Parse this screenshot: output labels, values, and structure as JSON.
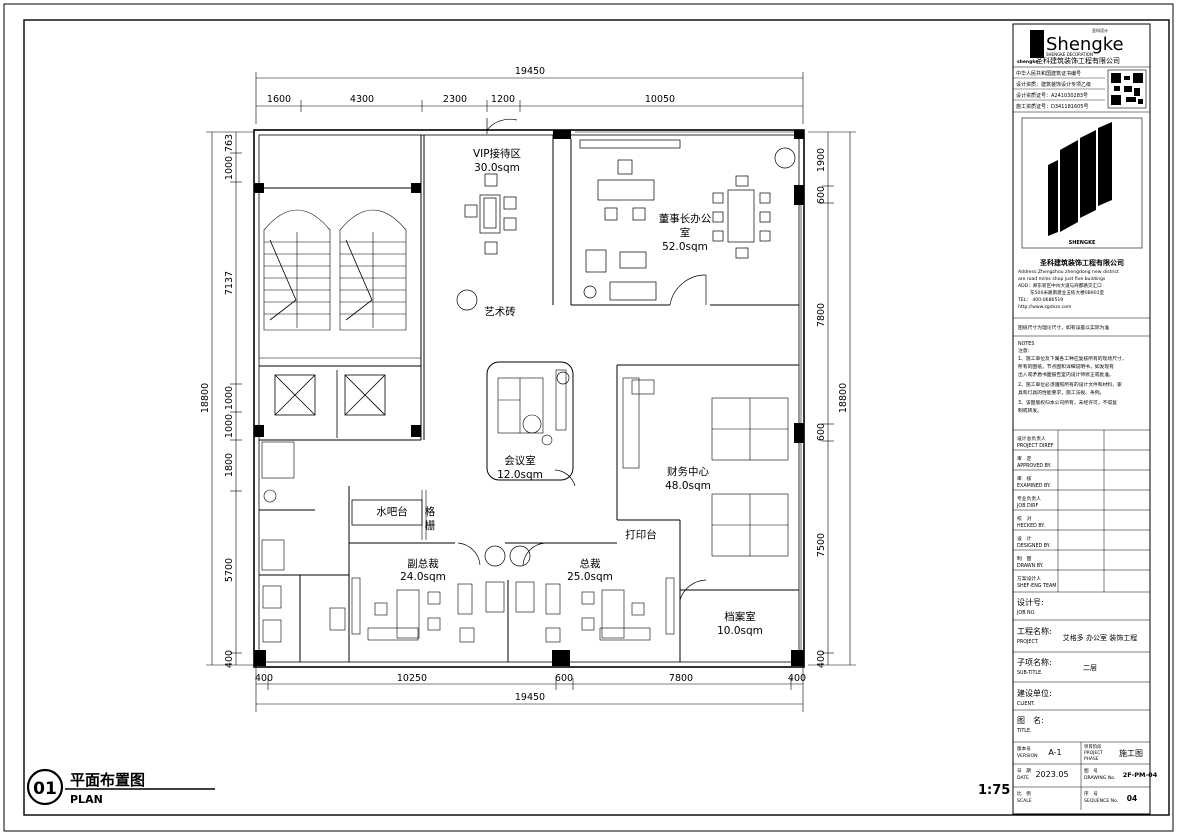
{
  "drawing": {
    "overall_width": "19450",
    "overall_height": "18800",
    "top_dims": [
      "1600",
      "4300",
      "2300",
      "1200",
      "10050"
    ],
    "bottom_dims": [
      "400",
      "10250",
      "600",
      "7800",
      "400"
    ],
    "left_dims": [
      "763",
      "1000",
      "7137",
      "1000",
      "1000",
      "1800",
      "5700",
      "400"
    ],
    "right_dims": [
      "1900",
      "600",
      "7800",
      "600",
      "7500",
      "400"
    ]
  },
  "rooms": {
    "vip": {
      "name": "VIP接待区",
      "area": "30.0sqm"
    },
    "chairman": {
      "name1": "董事长办公",
      "name2": "室",
      "area": "52.0sqm"
    },
    "art_brick": {
      "name": "艺术砖"
    },
    "meeting": {
      "name": "会议室",
      "area": "12.0sqm"
    },
    "finance": {
      "name": "财务中心",
      "area": "48.0sqm"
    },
    "water_bar": {
      "name": "水吧台"
    },
    "grille": {
      "name1": "格",
      "name2": "栅"
    },
    "printer": {
      "name": "打印台"
    },
    "vice_ceo": {
      "name": "副总裁",
      "area": "24.0sqm"
    },
    "ceo": {
      "name": "总裁",
      "area": "25.0sqm"
    },
    "archive": {
      "name": "档案室",
      "area": "10.0sqm"
    }
  },
  "title_block": {
    "logo_tiny": "圣科设计",
    "logo_text": "Shengke",
    "logo_sub1": "SHENGKE DECORATION",
    "logo_brand": "shengke",
    "company": "圣科建筑装饰工程有限公司",
    "cert_lines": [
      "中华人民共和国建筑证书编号",
      "设计资质：建筑装饰设计专项乙级",
      "设计资质证号：A241030283号",
      "施工资质证号：D341181605号"
    ],
    "mark_brand": "SHENGKE",
    "company_bold": "圣科建筑装饰工程有限公司",
    "address_lines": [
      "Address:Zhengzhou zhengdong new district",
      "are road miles shop just five buildings",
      "ADD：郑东新区中州大道与商都路交汇口",
      "东500米路南建业五栋大楼0B901室",
      "TEL： 400-0686519",
      "http://www.sgdxzs.com"
    ],
    "size_note": "图纸尺寸为理论尺寸，如有误差以实际为准",
    "notes_title1": "NOTES",
    "notes_title2": "注意：",
    "notes_lines": [
      "1、施工单位及下属各工种应复核所有的现场尺寸，",
      "   所有的图纸，节点图和详细说明书，如发现有",
      "   出入或矛盾书面报告室内设计师修正或批准。",
      "2、施工单位必须遵照所有的设计文件和材料，家",
      "   具和灯具的性能要求，施工法规、条例。",
      "3、该图版权归本公司所有，未经许可，不得复",
      "   制或转发。"
    ],
    "roles": [
      {
        "cn": "设计总负责人",
        "en": "PROJECT DIREF"
      },
      {
        "cn": "审　定",
        "en": "APPROVED BY."
      },
      {
        "cn": "审　核",
        "en": "EXAMINED BY."
      },
      {
        "cn": "专业负责人",
        "en": "JOB DIRF"
      },
      {
        "cn": "校　对",
        "en": "HECKED BY."
      },
      {
        "cn": "设　计",
        "en": "DESIGNED BY."
      },
      {
        "cn": "制　图",
        "en": "DRAWN BY."
      },
      {
        "cn": "方案设计人",
        "en": "SHEF-ENG TEAM"
      }
    ],
    "job_no_cn": "设计号:",
    "job_no_en": "JOB NO.",
    "project_cn": "工程名称:",
    "project_en": "PROJECT.",
    "project_value": "艾格多 办公室 装饰工程",
    "subtitle_cn": "子项名称:",
    "subtitle_en": "SUB-TITLE.",
    "subtitle_value": "二层",
    "client_cn": "建设单位:",
    "client_en": "CLIENT.",
    "title_cn": "图　名:",
    "title_en": "TITLE.",
    "version_cn": "版本号",
    "version_en": "VERSION",
    "version_value": "A-1",
    "phase_cn": "项目阶段",
    "phase_en1": "PROJECT",
    "phase_en2": "PHASE",
    "phase_value": "施工图",
    "date_cn": "日　期",
    "date_en": "DATE",
    "date_value": "2023.05",
    "drawing_cn": "图　号",
    "drawing_en": "DRAWING No.",
    "drawing_value": "2F-PM-04",
    "scale_cn": "比　例",
    "scale_en": "SCALE",
    "seq_cn": "序　号",
    "seq_en": "SEQUENCE No.",
    "seq_value": "04"
  },
  "plan_label": {
    "number": "01",
    "title_cn": "平面布置图",
    "title_en": "PLAN",
    "scale": "1:75"
  }
}
